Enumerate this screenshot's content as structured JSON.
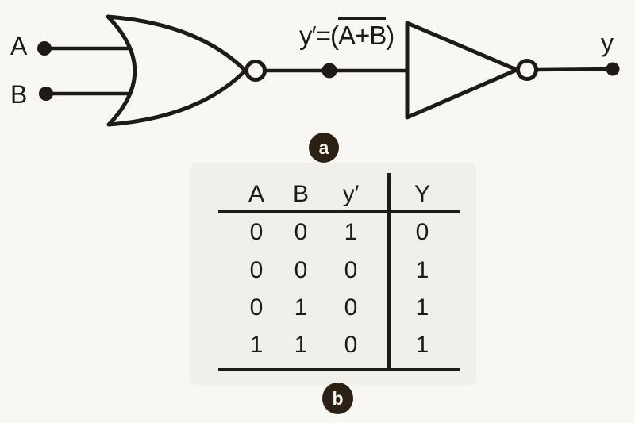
{
  "figure": {
    "type": "logic-circuit",
    "description": "NOR gate followed by an inverter producing OR function",
    "input_a": "A",
    "input_b": "B",
    "output_label": "y",
    "intermediate_expression": {
      "prefix": "y′=(",
      "overline": "A+B",
      "suffix": ")"
    },
    "gates": [
      {
        "name": "nor-gate",
        "type": "NOR"
      },
      {
        "name": "inverter",
        "type": "NOT"
      }
    ],
    "caption_a": "a",
    "caption_b": "b"
  },
  "table": {
    "headers": [
      "A",
      "B",
      "y′",
      "Y"
    ],
    "rows": [
      [
        "0",
        "0",
        "1",
        "0"
      ],
      [
        "0",
        "0",
        "0",
        "1"
      ],
      [
        "0",
        "1",
        "0",
        "1"
      ],
      [
        "1",
        "1",
        "0",
        "1"
      ]
    ]
  },
  "colors": {
    "ink": "#1e1b16",
    "paper": "#f8f7f3",
    "badge": "#2a2114"
  }
}
